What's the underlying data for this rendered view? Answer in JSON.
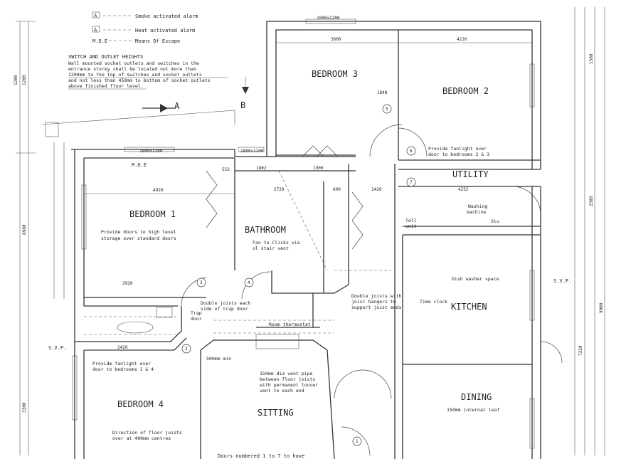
{
  "legend": {
    "smoke_symbol": "A",
    "smoke_label": "Smoke activated alarm",
    "heat_symbol": "A",
    "heat_label": "Heat activated alarm",
    "moe_symbol": "M.O.E",
    "moe_label": "Means Of Escape"
  },
  "heights_note": {
    "title": "SWITCH AND OUTLET HEIGHTS",
    "lines": [
      "Wall mounted socket outlets and switches in the",
      "entrance storey shall be located not more than",
      "1200mm to the top of switches and socket outlets",
      "and not less than 450mm to bottom of socket outlets",
      "above finished floor level."
    ]
  },
  "section_markers": {
    "a": "A",
    "b": "B"
  },
  "rooms": {
    "bedroom3": "BEDROOM 3",
    "bedroom2": "BEDROOM 2",
    "bedroom1": "BEDROOM 1",
    "bathroom": "BATHROOM",
    "utility": "UTILITY",
    "kitchen": "KITCHEN",
    "bedroom4": "BEDROOM 4",
    "sitting": "SITTING",
    "dining": "DINING"
  },
  "annotations": {
    "fanlight_2_3": [
      "Provide fanlight over",
      "door to bedrooms 2 & 3"
    ],
    "doors_storage": [
      "Provide doors to high level",
      "storage over standard doors"
    ],
    "fan_note": [
      "Fan to Clicks via",
      "ol stair vent"
    ],
    "washing_machine": [
      "Washing",
      "machine"
    ],
    "dish_washer": "Dish washer space",
    "double_joists_trap": [
      "Double joists each",
      "side of trap door"
    ],
    "double_joists_hangers": [
      "Double joists with",
      "joist hangers to",
      "support joist ends"
    ],
    "trap_door": [
      "Trap",
      "door"
    ],
    "room_thermostat": "Room thermostat",
    "time_clock": "Time clock",
    "fanlight_1_4": [
      "Provide fanlight over",
      "door to bedrooms 1 & 4"
    ],
    "vent_note": [
      "150mm dia vent pipe",
      "between floor joists",
      "with permanent louver",
      "vent to each end"
    ],
    "floor_joists": [
      "Direction of floor joists",
      "over at 400mm centres"
    ],
    "internal_leaf": "150mm internal leaf",
    "doors_numbered": "Doors numbered 1 to 7 to have",
    "moe": "M.O.E",
    "svp_left": "S.V.P.",
    "svp_right": "S.V.P.",
    "tell_unit": [
      "Tell",
      "unit"
    ],
    "grill_sparkle": "Stu",
    "min_500": "500mm min"
  },
  "door_numbers": [
    "1",
    "2",
    "3",
    "4",
    "5",
    "6",
    "7"
  ],
  "dimensions": {
    "d3600": "3600",
    "d4220_top": "4220",
    "d1800_top": "1800x1200",
    "d1848": "1848",
    "d4920": "4920",
    "d1800_b1": "1800x1200",
    "d552": "552",
    "d1800_bath": "1800x1200",
    "d1802": "1802",
    "d1900": "1900",
    "d2720": "2720",
    "d600": "600",
    "d1420": "1420",
    "d4252": "4252",
    "d2920": "2920",
    "d2420": "2420",
    "d1200_left": "1200",
    "d1200_left2": "1200",
    "d8980": "8980",
    "d1500": "1500",
    "d2580": "2580",
    "d3300": "3300",
    "d7250": "7250",
    "d9980": "9980"
  }
}
